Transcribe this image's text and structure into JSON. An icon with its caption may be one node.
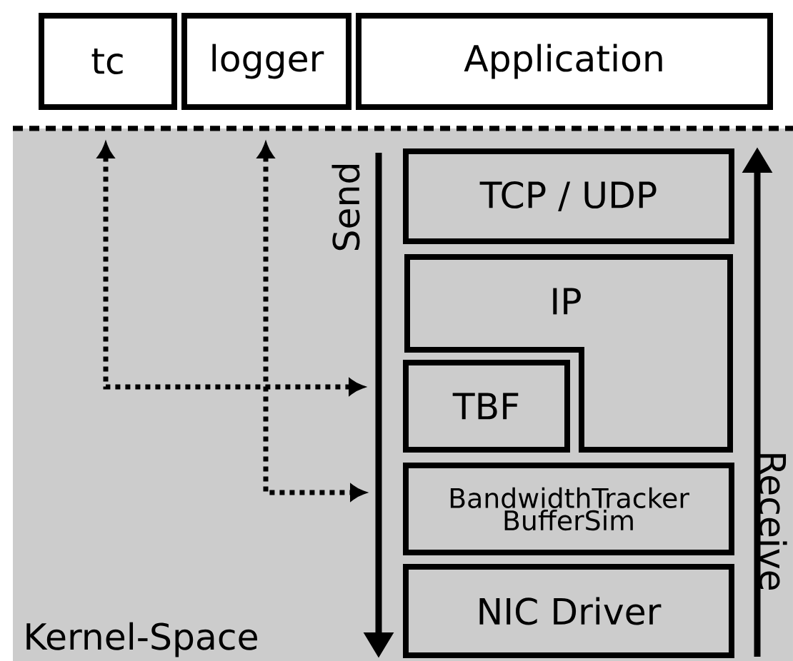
{
  "diagram": {
    "nodes": [
      {
        "text": [
          "tc"
        ]
      },
      {
        "text": [
          "logger"
        ]
      },
      {
        "text": [
          "Application"
        ]
      },
      {
        "text": [
          "Kernel-Space"
        ]
      },
      {
        "text": [
          "TCP / UDP"
        ],
        "in": 3
      },
      {
        "text": [
          "IP"
        ],
        "in": 3
      },
      {
        "text": [
          "TBF"
        ],
        "in": 3
      },
      {
        "text": [
          "BandwidthTracker BufferSim"
        ],
        "in": 3
      },
      {
        "text": [
          "NIC Driver"
        ],
        "in": 3
      }
    ],
    "edges": [
      {
        "from": 0,
        "to": 6,
        "arrow": "both",
        "style": "dashed"
      },
      {
        "from": 1,
        "to": 7,
        "arrow": "both",
        "style": "dashed"
      }
    ],
    "labels": [
      "Send",
      "Receive"
    ]
  }
}
